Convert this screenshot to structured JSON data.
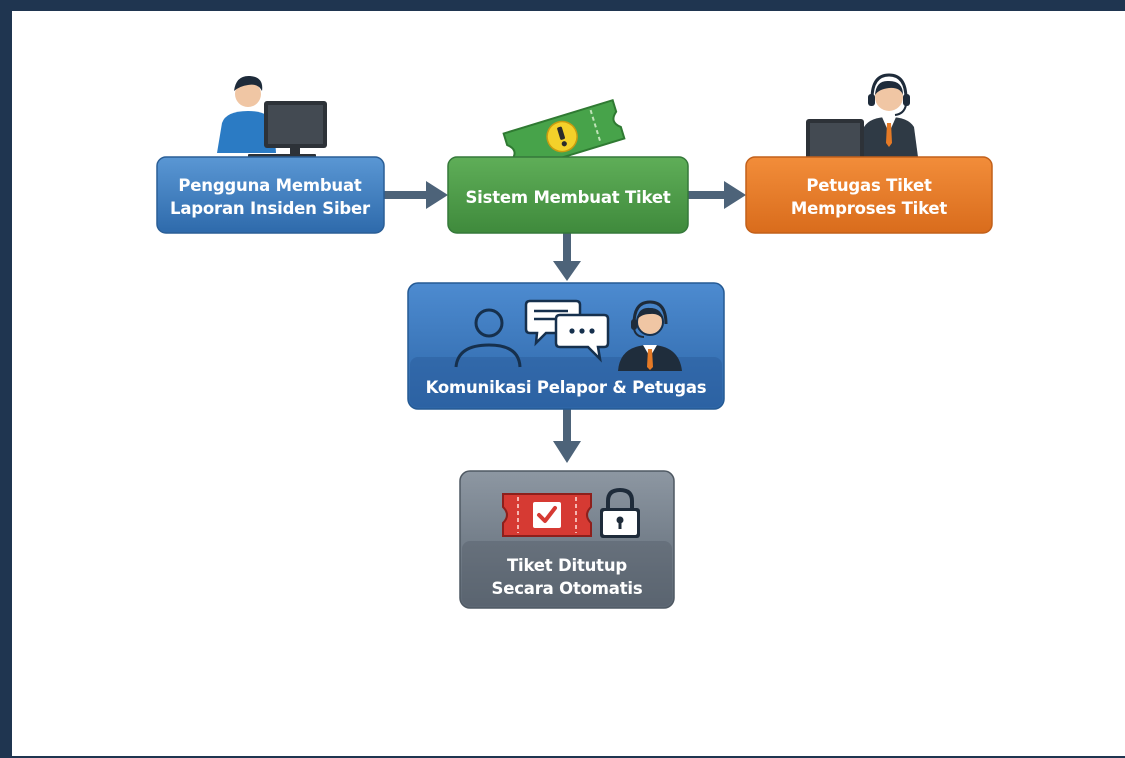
{
  "nodes": {
    "report": {
      "line1": "Pengguna Membuat",
      "line2": "Laporan Insiden Siber",
      "icon": "user-at-computer-icon",
      "color": "#3f7fc1"
    },
    "system": {
      "label": "Sistem Membuat Tiket",
      "icon": "warning-ticket-icon",
      "color": "#4c9a48"
    },
    "officer": {
      "line1": "Petugas Tiket",
      "line2": "Memproses Tiket",
      "icon": "support-agent-icon",
      "color": "#e57a26"
    },
    "communication": {
      "label": "Komunikasi Pelapor & Petugas",
      "icon": "chat-conversation-icon",
      "color": "#2f6db3"
    },
    "closed": {
      "line1": "Tiket Ditutup",
      "line2": "Secara Otomatis",
      "icon": "locked-ticket-icon",
      "color": "#6c7784"
    }
  },
  "colors": {
    "arrow": "#4d6379",
    "frame": "#1f3550",
    "background": "#ffffff"
  }
}
